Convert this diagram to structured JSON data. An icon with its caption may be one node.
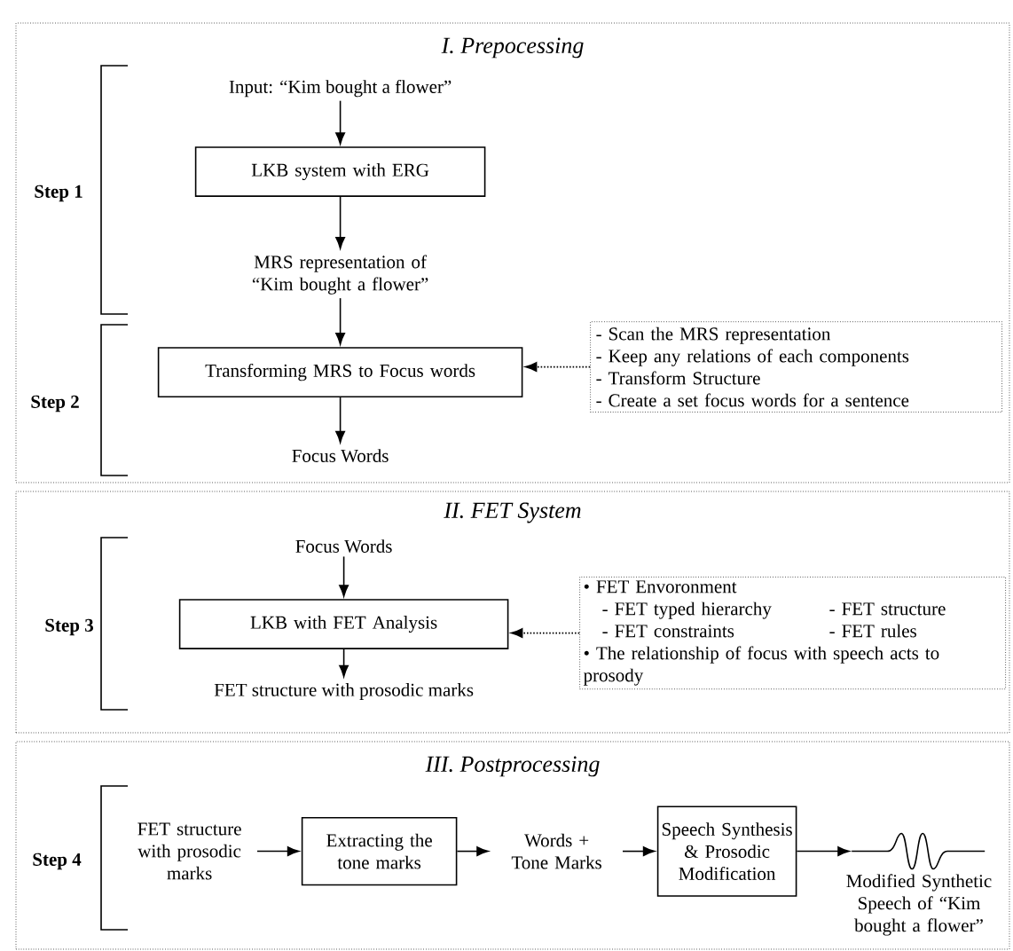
{
  "diagram": {
    "nodes": [
      {
        "text": [
          "I. Prepocessing"
        ]
      },
      {
        "text": [
          "Input: “Kim bought a flower”"
        ],
        "in": 0
      },
      {
        "text": [
          "LKB system with ERG"
        ],
        "in": 0
      },
      {
        "text": [
          "MRS representation of “Kim bought a flower”"
        ],
        "in": 0
      },
      {
        "text": [
          "Transforming MRS to Focus words"
        ],
        "in": 0
      },
      {
        "text": [
          "Focus Words"
        ],
        "in": 0
      },
      {
        "text": [
          "- Scan the MRS representation",
          "- Keep any relations of each components",
          "- Transform Structure",
          "- Create a set focus words for a sentence"
        ],
        "in": 0
      },
      {
        "text": [
          "II. FET System"
        ]
      },
      {
        "text": [
          "Focus Words"
        ],
        "in": 7
      },
      {
        "text": [
          "LKB with FET Analysis"
        ],
        "in": 7
      },
      {
        "text": [
          "FET structure with prosodic marks"
        ],
        "in": 7
      },
      {
        "text": [
          "• FET Envoronment",
          "- FET typed hierarchy",
          "- FET structure",
          "- FET constraints",
          "- FET rules",
          "• The relationship of focus with speech acts to prosody"
        ],
        "in": 7
      },
      {
        "text": [
          "III. Postprocessing"
        ]
      },
      {
        "text": [
          "FET structure with prosodic marks"
        ],
        "in": 12
      },
      {
        "text": [
          "Extracting the tone marks"
        ],
        "in": 12
      },
      {
        "text": [
          "Words + Tone Marks"
        ],
        "in": 12
      },
      {
        "text": [
          "Speech Synthesis & Prosodic Modification"
        ],
        "in": 12
      },
      {
        "text": [],
        "shape": "wave",
        "beside": [
          "Modified Synthetic Speech of “Kim bought a flower”"
        ],
        "in": 12
      }
    ],
    "edges": [
      {
        "from": 1,
        "to": 2,
        "arrow": "to"
      },
      {
        "from": 2,
        "to": 3,
        "arrow": "to"
      },
      {
        "from": 3,
        "to": 4,
        "arrow": "to"
      },
      {
        "from": 4,
        "to": 5,
        "arrow": "to"
      },
      {
        "from": 6,
        "to": 4,
        "arrow": "to",
        "style": "dashed"
      },
      {
        "from": 8,
        "to": 9,
        "arrow": "to"
      },
      {
        "from": 9,
        "to": 10,
        "arrow": "to"
      },
      {
        "from": 11,
        "to": 9,
        "arrow": "to",
        "style": "dashed"
      },
      {
        "from": 13,
        "to": 14,
        "arrow": "to"
      },
      {
        "from": 14,
        "to": 15,
        "arrow": "to"
      },
      {
        "from": 15,
        "to": 16,
        "arrow": "to"
      },
      {
        "from": 16,
        "to": 17,
        "arrow": "to"
      }
    ],
    "labels": [
      "Step 1",
      "Step 2",
      "Step 3",
      "Step 4"
    ]
  }
}
